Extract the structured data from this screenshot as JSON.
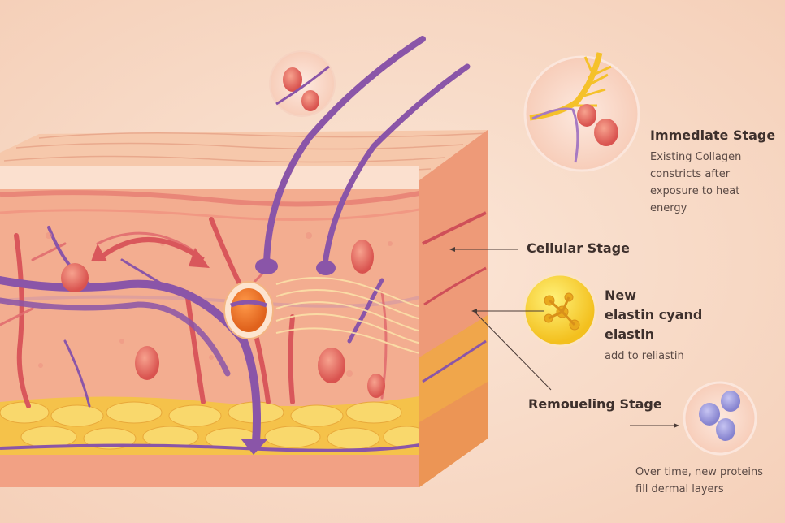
{
  "labels": {
    "immediate_title": "Immediate Stage",
    "immediate_desc": [
      "Existing Collagen",
      "constricts after",
      "exposure to heat",
      "energy"
    ],
    "cellular_title": "Cellular Stage",
    "new_title": [
      "New",
      "elastin cyand",
      "elastin"
    ],
    "new_desc": "add to reliastin",
    "remodeling_title": "Remoueling Stage",
    "remodeling_desc": [
      "Over time, new proteins",
      "fill dermal layers"
    ]
  },
  "colors": {
    "background": "#f7dcc9",
    "epidermis": "#f6c4a6",
    "dermis": "#f3ac8e",
    "fat": "#f7c24a",
    "vessel_purple": "#8a55a8",
    "vessel_red": "#d9575b",
    "collagen_yellow": "#f5c12a",
    "protein_blue": "#9b98d8"
  }
}
